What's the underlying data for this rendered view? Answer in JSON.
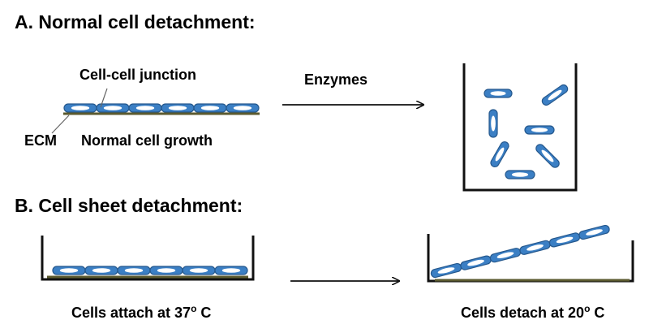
{
  "section_a": {
    "heading": "A.  Normal cell detachment:",
    "junction_label": "Cell-cell junction",
    "ecm_label": "ECM",
    "growth_label": "Normal cell growth",
    "arrow_label": "Enzymes"
  },
  "section_b": {
    "heading": "B.   Cell sheet detachment:",
    "attach_text": "Cells attach at 37",
    "attach_sup": "o",
    "attach_unit": " C",
    "detach_text": "Cells detach at 20",
    "detach_sup": "o",
    "detach_unit": " C"
  },
  "colors": {
    "cell_fill": "#3b7fc4",
    "cell_stroke": "#25588d",
    "nucleus": "#ffffff",
    "ecm": "#5b5a2f",
    "line": "#111111"
  }
}
